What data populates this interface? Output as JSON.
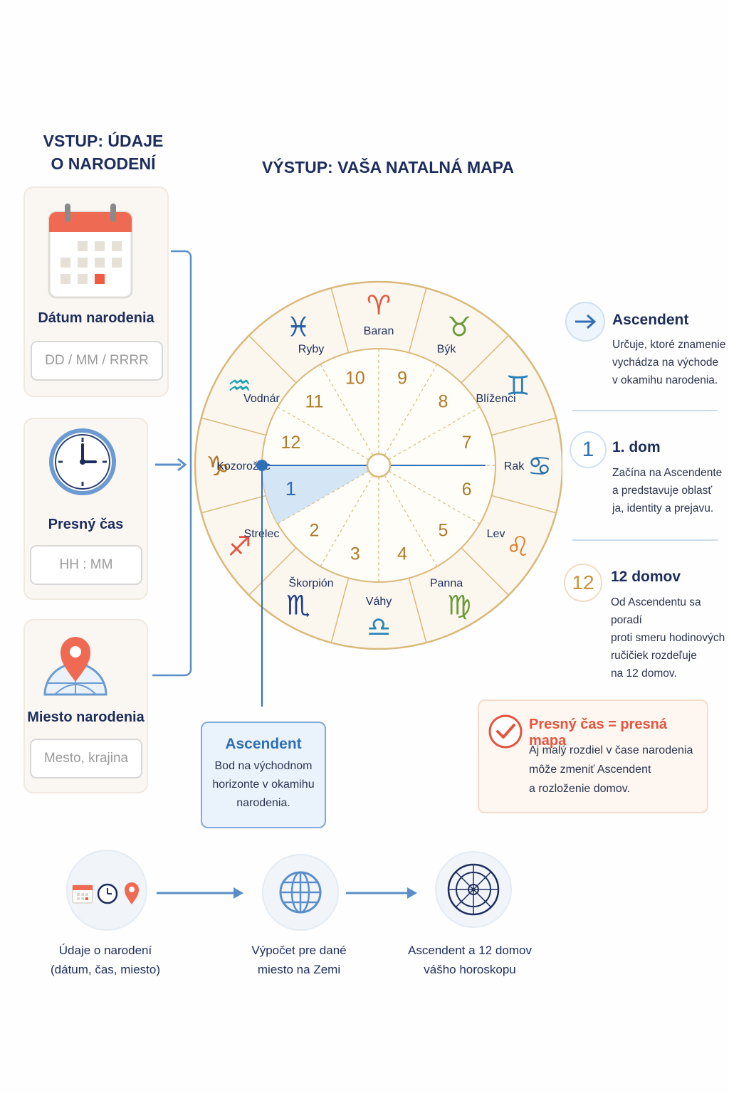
{
  "input": {
    "title_line1": "VSTUP: ÚDAJE",
    "title_line2": "O NARODENÍ",
    "date": {
      "label": "Dátum narodenia",
      "placeholder": "DD / MM / RRRR"
    },
    "time": {
      "label": "Presný čas",
      "placeholder": "HH : MM"
    },
    "place": {
      "label": "Miesto narodenia",
      "placeholder": "Mesto, krajina"
    }
  },
  "output": {
    "title": "VÝSTUP: VAŠA NATALNÁ MAPA"
  },
  "wheel": {
    "signs": [
      {
        "name": "Baran",
        "glyph": "♈",
        "color": "#e4553f"
      },
      {
        "name": "Býk",
        "glyph": "♉",
        "color": "#6b9a3a"
      },
      {
        "name": "Blíženci",
        "glyph": "♊",
        "color": "#2a7fb8"
      },
      {
        "name": "Rak",
        "glyph": "♋",
        "color": "#2a6fa8"
      },
      {
        "name": "Lev",
        "glyph": "♌",
        "color": "#e47a2b"
      },
      {
        "name": "Panna",
        "glyph": "♍",
        "color": "#6b9a3a"
      },
      {
        "name": "Váhy",
        "glyph": "♎",
        "color": "#2a86b8"
      },
      {
        "name": "Škorpión",
        "glyph": "♏",
        "color": "#1d3f8a"
      },
      {
        "name": "Strelec",
        "glyph": "♐",
        "color": "#e4553f"
      },
      {
        "name": "Kozorožec",
        "glyph": "♑",
        "color": "#b07a2a"
      },
      {
        "name": "Vodnár",
        "glyph": "♒",
        "color": "#1fa2b8"
      },
      {
        "name": "Ryby",
        "glyph": "♓",
        "color": "#2a5fa8"
      }
    ],
    "houses": [
      "1",
      "2",
      "3",
      "4",
      "5",
      "6",
      "7",
      "8",
      "9",
      "10",
      "11",
      "12"
    ]
  },
  "ascendant_box": {
    "title": "Ascendent",
    "text_lines": [
      "Bod na východnom",
      "horizonte v okamihu",
      "narodenia."
    ]
  },
  "info": [
    {
      "badge": "→",
      "title": "Ascendent",
      "lines": [
        "Určuje, ktoré znamenie",
        "vychádza na východe",
        "v okamihu narodenia."
      ]
    },
    {
      "badge": "1",
      "title": "1. dom",
      "lines": [
        "Začína na Ascendente",
        "a predstavuje oblasť",
        "ja, identity a prejavu."
      ]
    },
    {
      "badge": "12",
      "title": "12 domov",
      "lines": [
        "Od Ascendentu sa poradí",
        "proti smeru hodinových",
        "ručičiek rozdeľuje",
        "na 12 domov."
      ]
    }
  ],
  "precise": {
    "title": "Presný čas = presná mapa",
    "lines": [
      "Aj malý rozdiel v čase narodenia",
      "môže zmeniť Ascendent",
      "a rozloženie domov."
    ]
  },
  "flow": [
    {
      "line1": "Údaje o narodení",
      "line2": "(dátum, čas, miesto)"
    },
    {
      "line1": "Výpočet pre dané",
      "line2": "miesto na Zemi"
    },
    {
      "line1": "Ascendent a 12 domov",
      "line2": "vášho horoskopu"
    }
  ],
  "colors": {
    "navy": "#1d2d5c",
    "blue": "#2f6fb5",
    "gold": "#d9b97a",
    "wedge": "#cfe2f5",
    "coral": "#e4553f"
  }
}
